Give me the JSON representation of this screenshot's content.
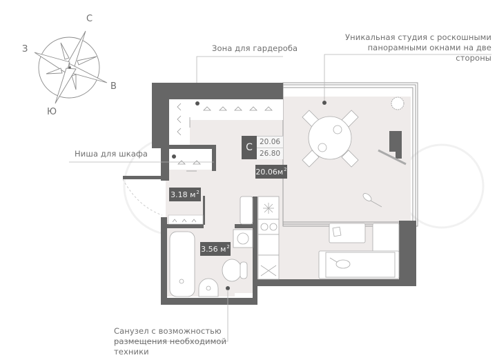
{
  "compass": {
    "north": "С",
    "east": "В",
    "south": "Ю",
    "west": "З"
  },
  "callouts": {
    "wardrobe_zone": "Зона для гардероба",
    "studio_line1": "Уникальная  студия с роскошными",
    "studio_line2": "панорамными окнами на две стороны",
    "closet_niche": "Ниша для шкафа",
    "bathroom_line1": "Санузел с возможностью",
    "bathroom_line2": "размещения необходимой",
    "bathroom_line3": "техники"
  },
  "summary": {
    "type": "С",
    "living_area": "20.06",
    "total_area": "26.80"
  },
  "rooms": {
    "main_room_area": "20.06м",
    "hall_area": "3.18 м",
    "bathroom_area": "3.56 м",
    "unit_superscript": "2"
  },
  "colors": {
    "wall": "#666666",
    "floor": "#efebea",
    "badge": "#5c5c5c",
    "text": "#6f6f6f"
  }
}
